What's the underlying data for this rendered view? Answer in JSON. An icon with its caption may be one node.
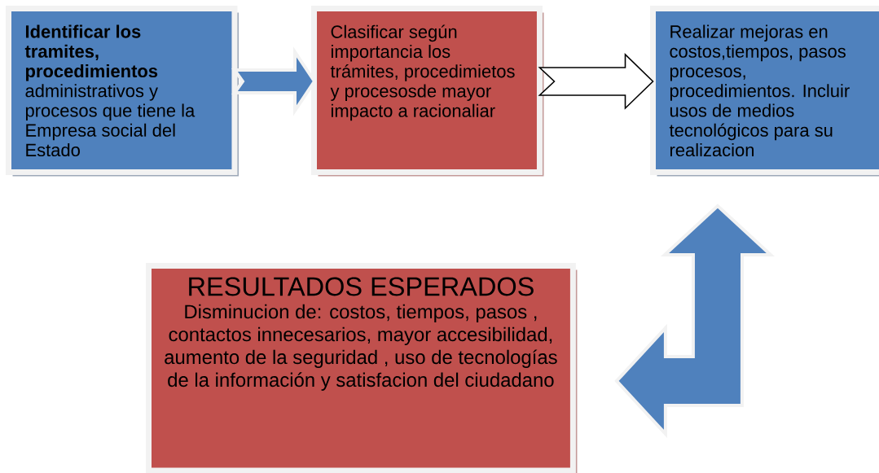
{
  "diagram": {
    "nodes": [
      {
        "text": [
          "**Identificar los tramites, procedimientos** administrativos y procesos que tiene la Empresa social del Estado"
        ]
      },
      {
        "text": [
          "Clasificar según importancia los trámites, procedimietos y procesosde mayor impacto a racionaliar"
        ]
      },
      {
        "text": [
          "Realizar mejoras  en costos,tiempos, pasos procesos, procedimientos. Incluir usos de medios tecnológicos para su realizacion"
        ]
      },
      {
        "text": [
          "RESULTADOS ESPERADOS",
          "Disminucion de: costos, tiempos, pasos , contactos innecesarios, mayor accesibilidad, aumento de la seguridad , uso de tecnologías de la información y satisfacion del ciudadano"
        ]
      }
    ],
    "edges": [
      {
        "from": 0,
        "to": 1,
        "arrow": "to"
      },
      {
        "from": 1,
        "to": 2,
        "arrow": "to",
        "color": "#ffffff"
      },
      {
        "from": 3,
        "to": 2,
        "arrow": "both"
      }
    ]
  }
}
